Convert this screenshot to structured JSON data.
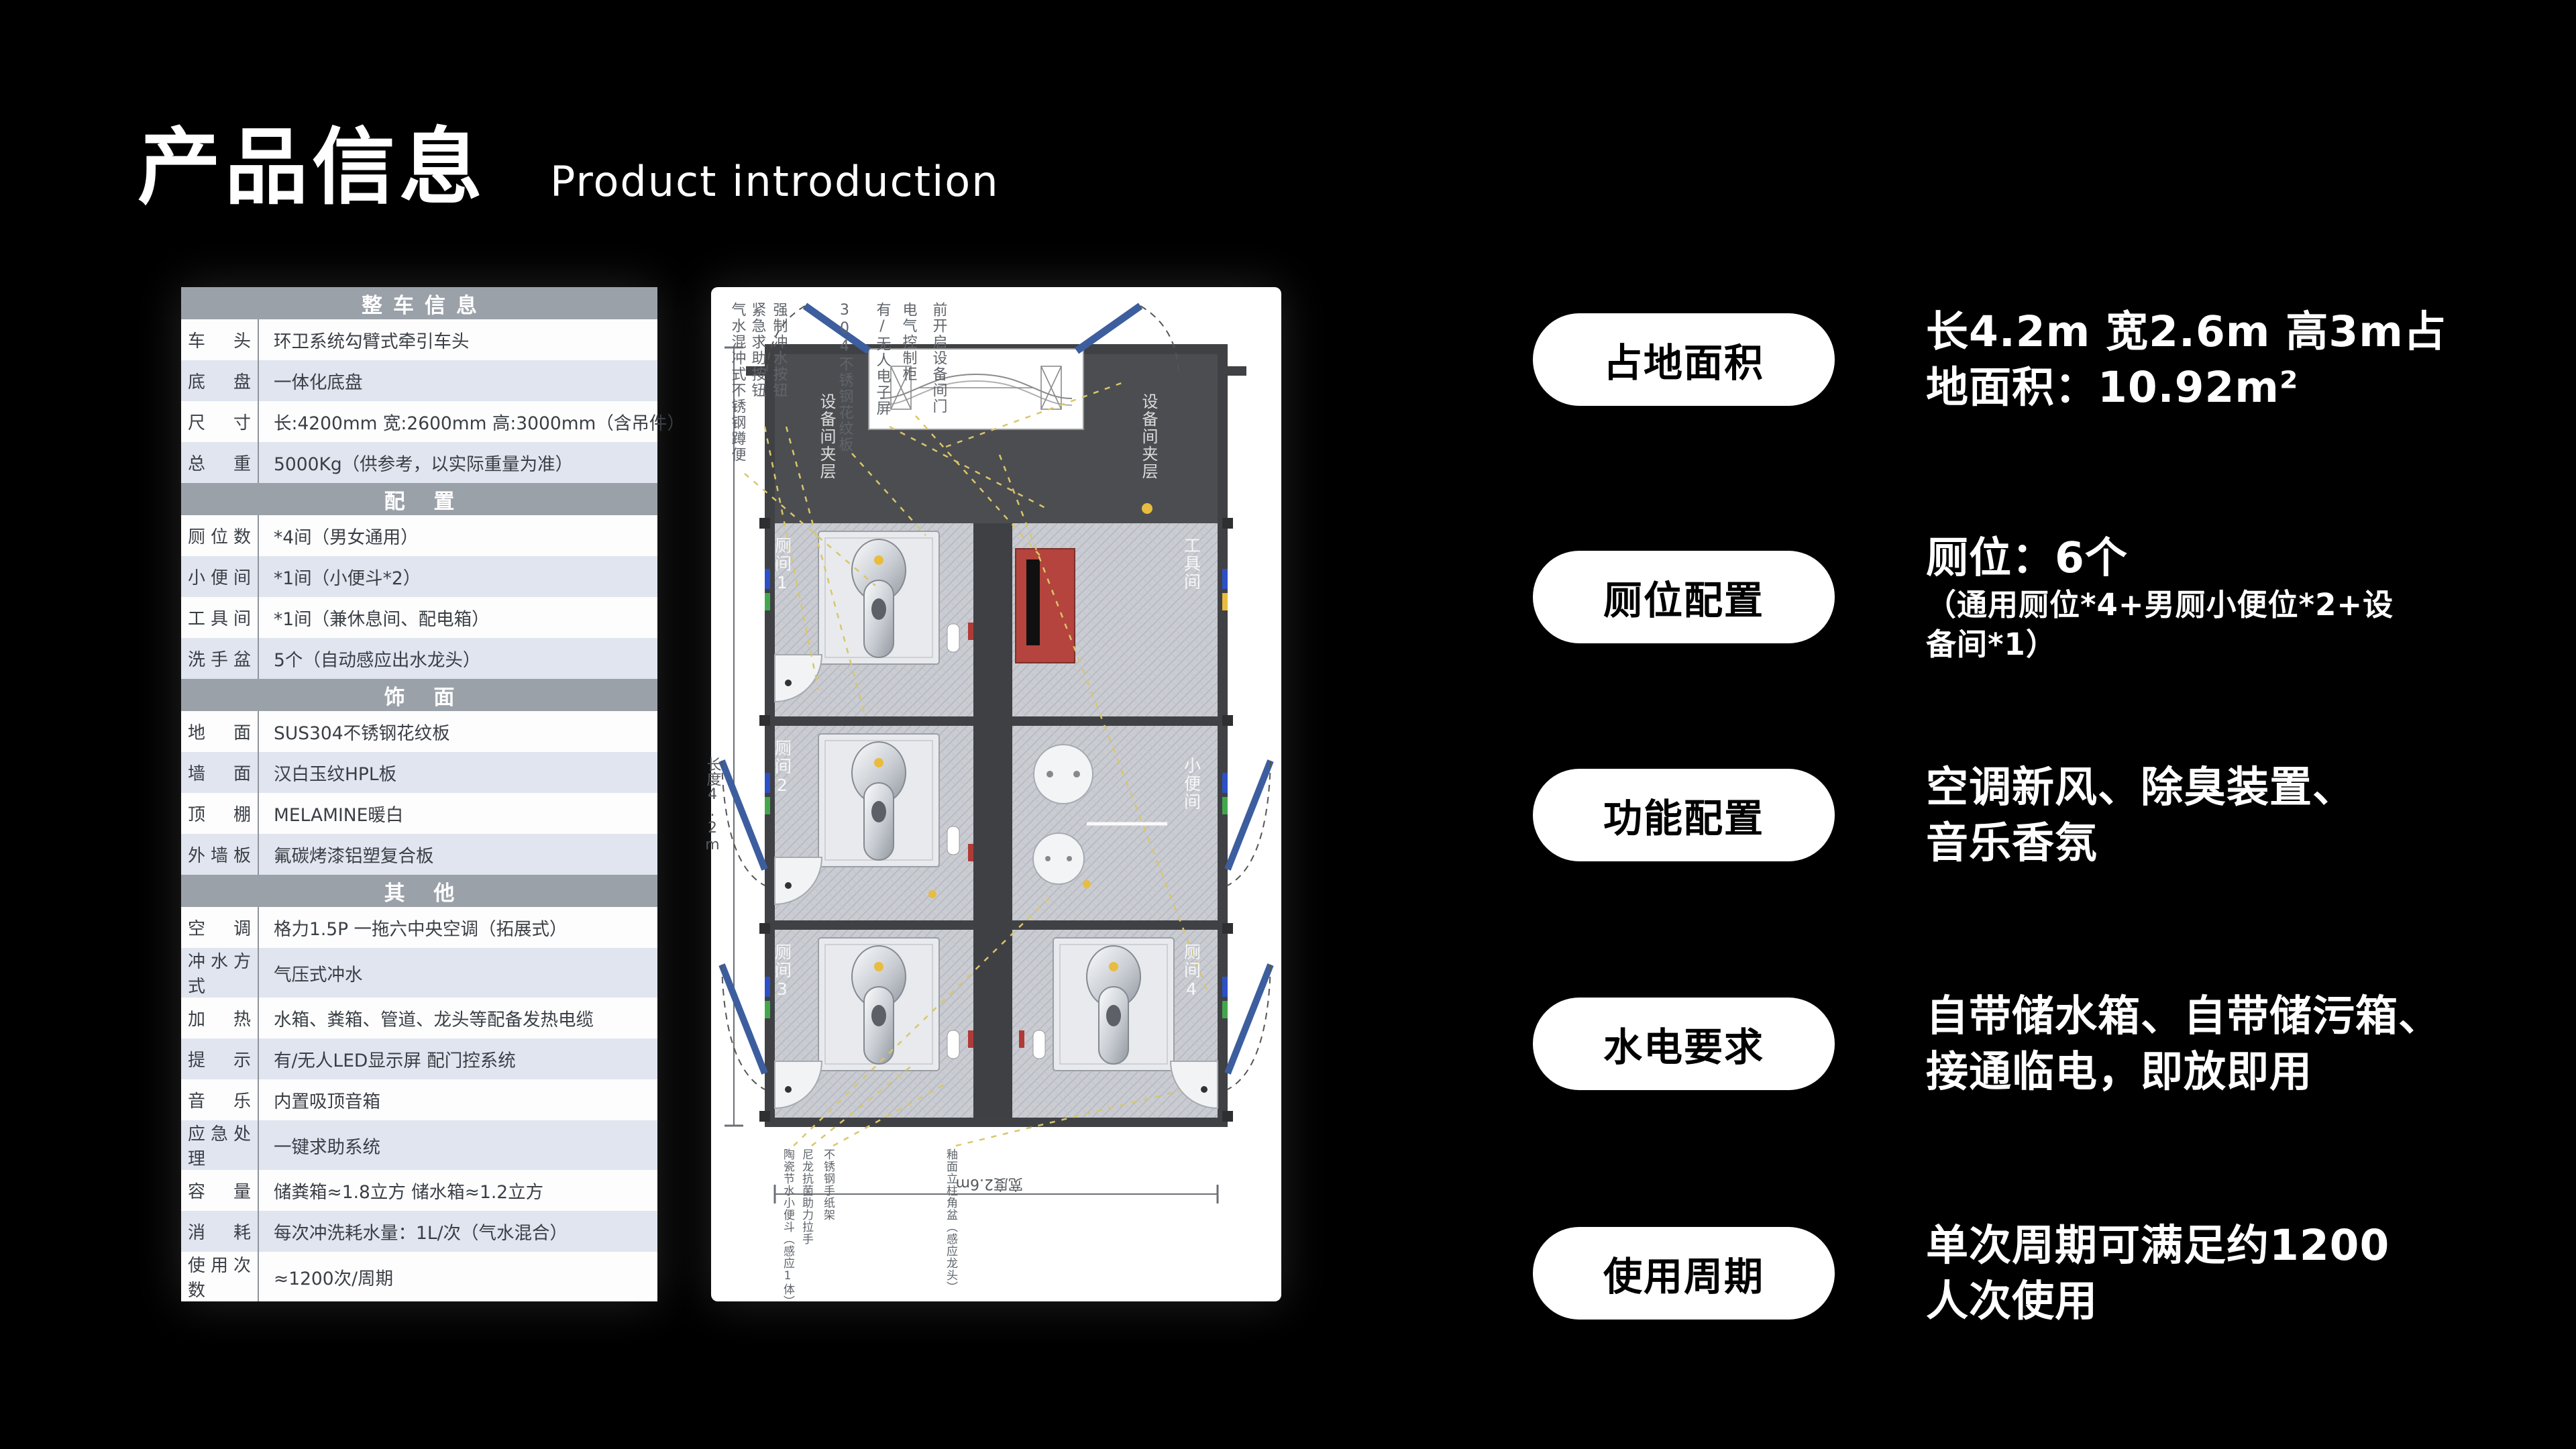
{
  "header": {
    "title": "产品信息",
    "subtitle": "Product introduction"
  },
  "spec_table": {
    "sections": [
      {
        "header": "整车信息",
        "rows": [
          [
            "车 头",
            "环卫系统勾臂式牵引车头"
          ],
          [
            "底 盘",
            "一体化底盘"
          ],
          [
            "尺 寸",
            "长:4200mm 宽:2600mm 高:3000mm（含吊件）"
          ],
          [
            "总 重",
            "5000Kg（供参考，以实际重量为准）"
          ]
        ]
      },
      {
        "header": "配 置",
        "rows": [
          [
            "厕位数",
            "*4间（男女通用）"
          ],
          [
            "小便间",
            "*1间（小便斗*2）"
          ],
          [
            "工具间",
            "*1间（兼休息间、配电箱）"
          ],
          [
            "洗手盆",
            "5个（自动感应出水龙头）"
          ]
        ]
      },
      {
        "header": "饰 面",
        "rows": [
          [
            "地 面",
            "SUS304不锈钢花纹板"
          ],
          [
            "墙 面",
            "汉白玉纹HPL板"
          ],
          [
            "顶 棚",
            "MELAMINE暖白"
          ],
          [
            "外墙板",
            "氟碳烤漆铝塑复合板"
          ]
        ]
      },
      {
        "header": "其 他",
        "rows": [
          [
            "空 调",
            "格力1.5P 一拖六中央空调（拓展式）"
          ],
          [
            "冲水方式",
            "气压式冲水"
          ],
          [
            "加 热",
            "水箱、粪箱、管道、龙头等配备发热电缆"
          ],
          [
            "提 示",
            "有/无人LED显示屏 配门控系统"
          ],
          [
            "音 乐",
            "内置吸顶音箱"
          ],
          [
            "应急处理",
            "一键求助系统"
          ],
          [
            "容 量",
            "储粪箱≈1.8立方  储水箱≈1.2立方"
          ],
          [
            "消 耗",
            "每次冲洗耗水量：1L/次（气水混合）"
          ],
          [
            "使用次数",
            "≈1200次/周期"
          ]
        ]
      }
    ]
  },
  "floorplan": {
    "top_labels": [
      "气水混冲式不锈钢蹲便",
      "紧急求助按钮",
      "强制冲水按钮",
      "304不锈钢花纹板",
      "有/无人电子屏",
      "电气控制柜",
      "前开启设备间门"
    ],
    "bottom_labels": [
      "陶瓷节水小便斗（感应1体）",
      "尼龙抗菌助力拉手",
      "不锈钢手纸架",
      "釉面立柱角盆（感应龙头）"
    ],
    "rooms": [
      "厕间1",
      "厕间2",
      "厕间3",
      "厕间4",
      "工具间",
      "小便间"
    ],
    "mezzanine": "设备间夹层",
    "dim_length": "长度4.2m",
    "dim_width": "宽度2.6m",
    "colors": {
      "wall": "#404144",
      "floor": "#caccd2",
      "door": "#3d5e9e",
      "leader": "#d9c66b",
      "power_box": "#b4443d",
      "accent_dot": "#e8bc3f"
    }
  },
  "features": [
    {
      "pill": "占地面积",
      "lines": [
        "长4.2m 宽2.6m 高3m占",
        "地面积：10.92m²"
      ],
      "small_lines": []
    },
    {
      "pill": "厕位配置",
      "lines": [
        "厕位：6个"
      ],
      "small_lines": [
        "（通用厕位*4+男厕小便位*2+设",
        "备间*1）"
      ]
    },
    {
      "pill": "功能配置",
      "lines": [
        "空调新风、除臭装置、",
        "音乐香氛"
      ],
      "small_lines": []
    },
    {
      "pill": "水电要求",
      "lines": [
        "自带储水箱、自带储污箱、",
        "接通临电，即放即用"
      ],
      "small_lines": []
    },
    {
      "pill": "使用周期",
      "lines": [
        "单次周期可满足约1200",
        "人次使用"
      ],
      "small_lines": []
    }
  ]
}
